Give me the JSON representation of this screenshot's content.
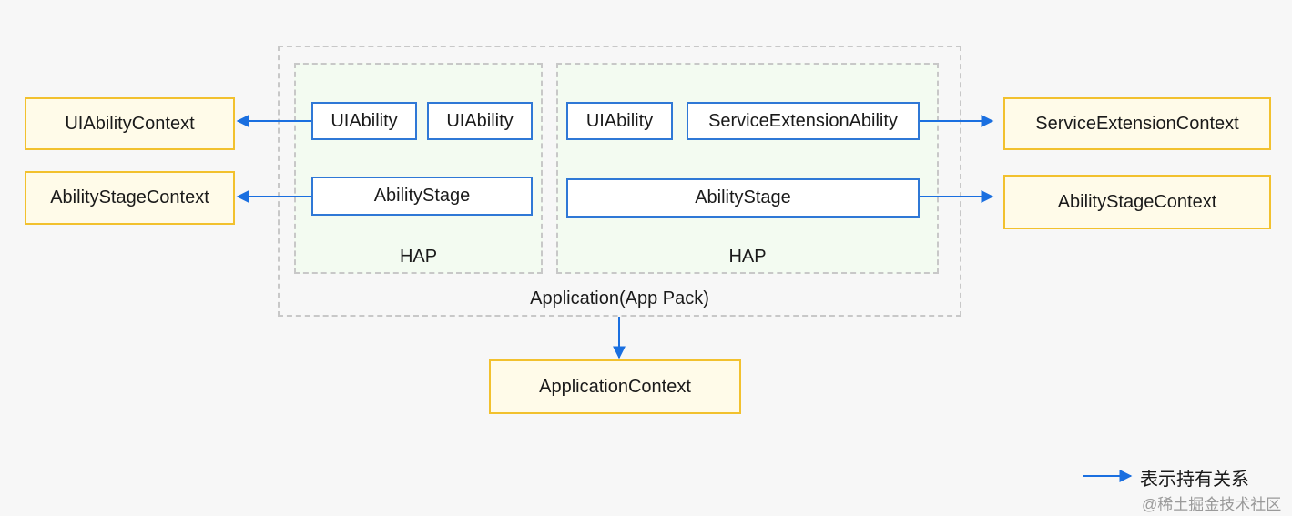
{
  "app_pack": {
    "label": "Application(App Pack)"
  },
  "hap_left": {
    "label": "HAP",
    "abilities": [
      "UIAbility",
      "UIAbility"
    ],
    "stage": "AbilityStage"
  },
  "hap_right": {
    "label": "HAP",
    "abilities": [
      "UIAbility",
      "ServiceExtensionAbility"
    ],
    "stage": "AbilityStage"
  },
  "contexts": {
    "uiability_context": "UIAbilityContext",
    "left_stage_context": "AbilityStageContext",
    "service_extension_context": "ServiceExtensionContext",
    "right_stage_context": "AbilityStageContext",
    "application_context": "ApplicationContext"
  },
  "legend": {
    "label": "表示持有关系"
  },
  "watermark": "@稀土掘金技术社区",
  "colors": {
    "arrow": "#1a6fe0",
    "context_border": "#f2c12e",
    "context_fill": "#fffbe9",
    "ability_border": "#2f78d6",
    "hap_fill": "#f3fbf1"
  }
}
